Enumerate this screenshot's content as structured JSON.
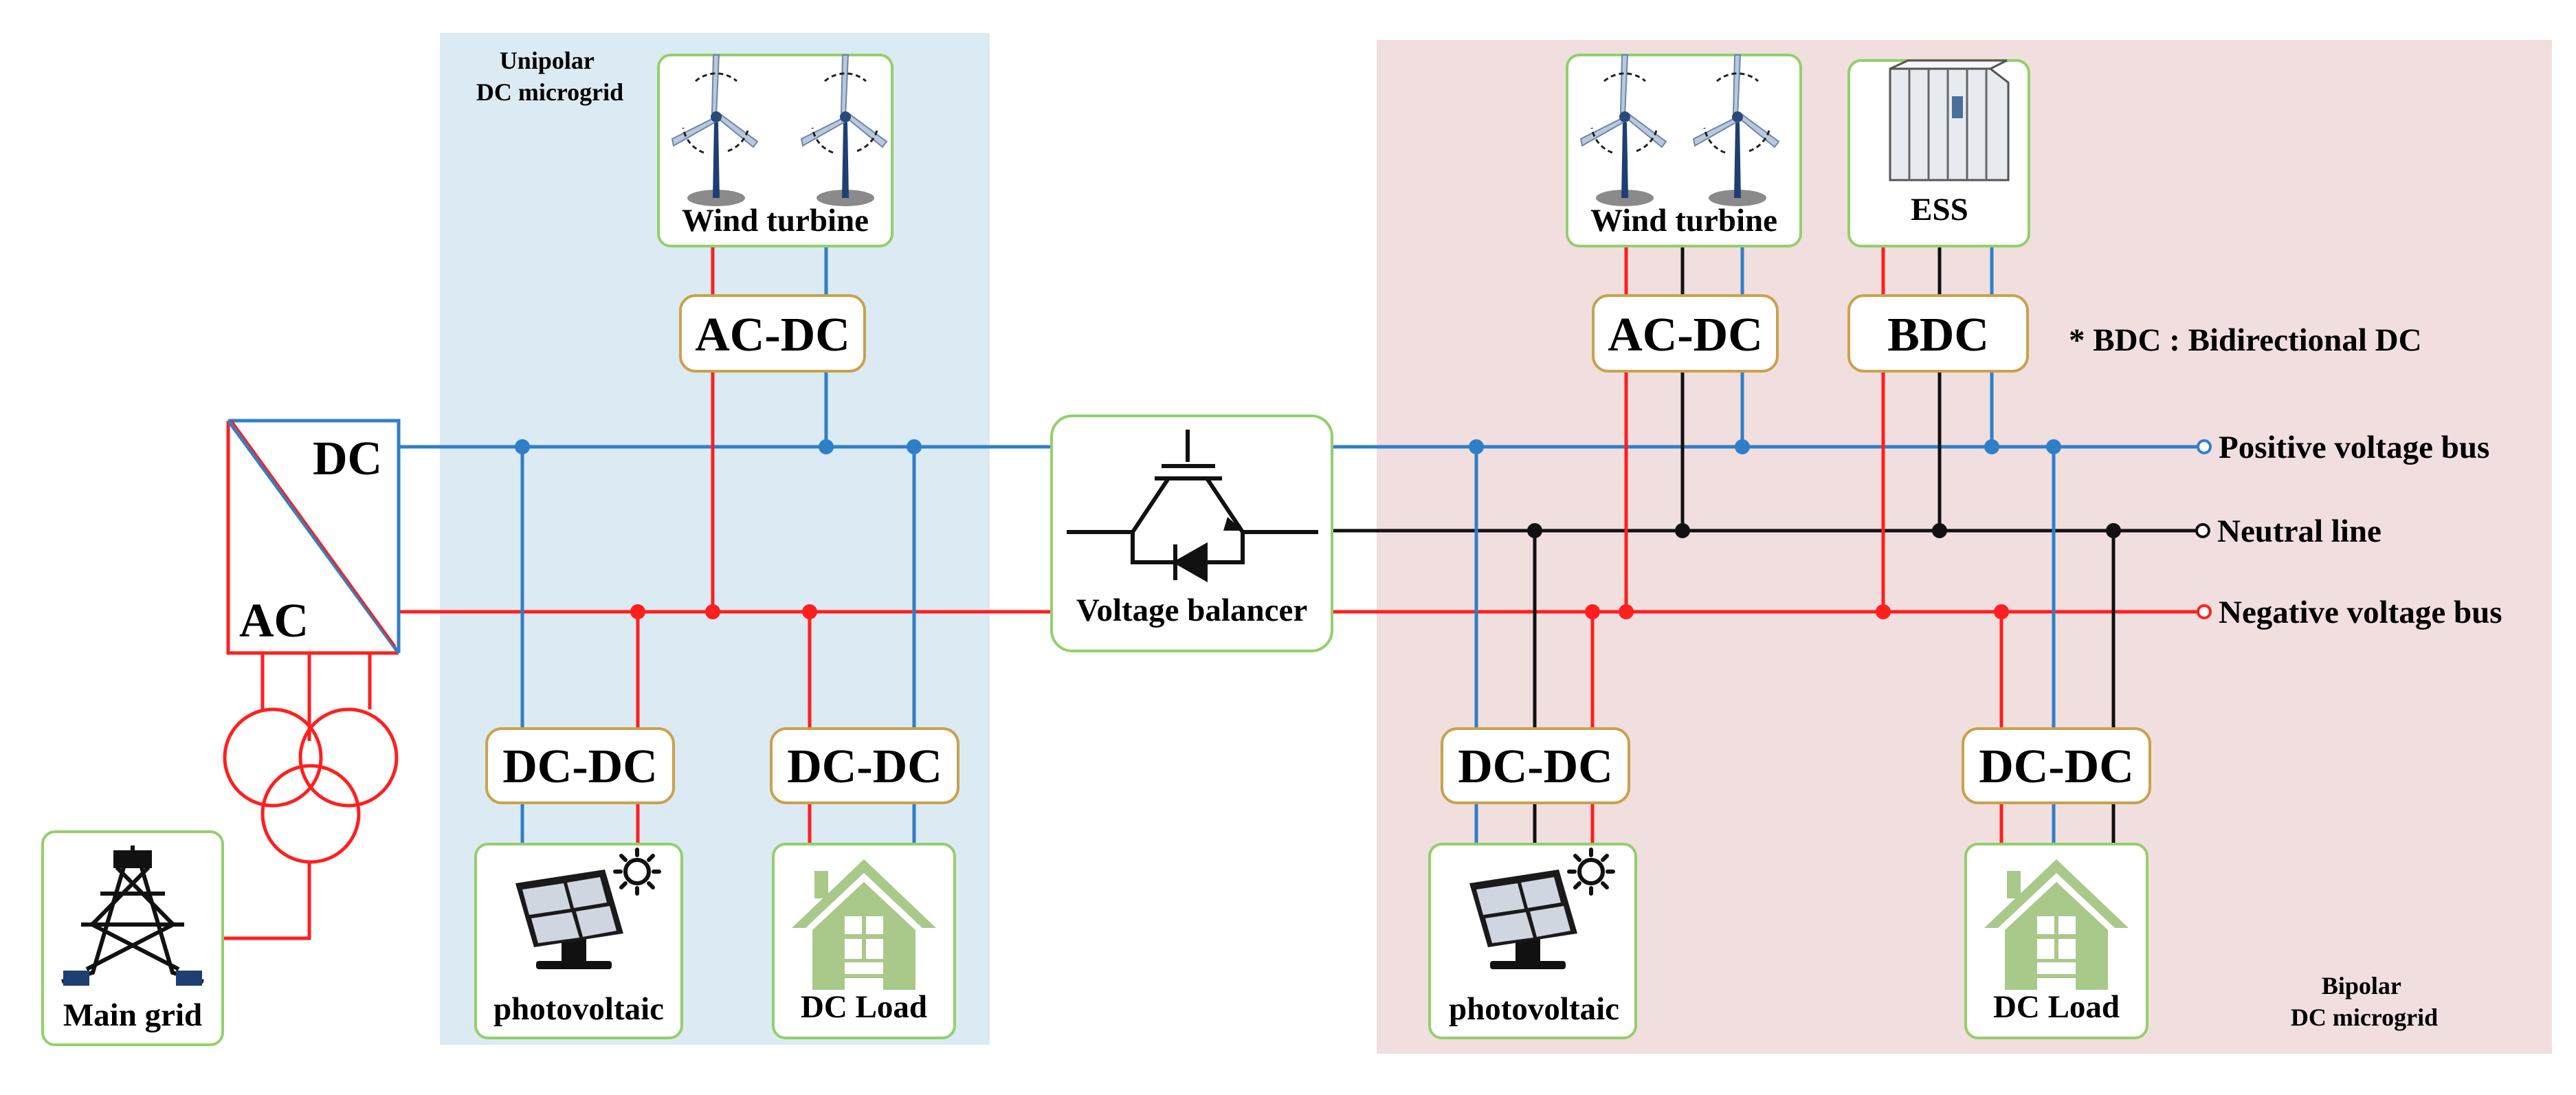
{
  "regions": {
    "unipolar": "Unipolar\nDC microgrid",
    "bipolar": "Bipolar\nDC microgrid"
  },
  "note": "* BDC : Bidirectional DC",
  "buses": {
    "positive": "Positive voltage bus",
    "neutral": "Neutral line",
    "negative": "Negative voltage bus"
  },
  "converters": {
    "main": {
      "dc": "DC",
      "ac": "AC"
    },
    "acdc": "AC-DC",
    "dcdc": "DC-DC",
    "bdc": "BDC"
  },
  "sources": {
    "wind": "Wind turbine",
    "ess": "ESS",
    "pv": "photovoltaic",
    "load": "DC Load",
    "grid": "Main grid",
    "balancer": "Voltage balancer"
  },
  "colors": {
    "positive": "#2f7fc8",
    "negative": "#ff1f1f",
    "neutral": "#111111",
    "unipolar_bg": "#dbeaf3",
    "bipolar_bg": "#f1dede",
    "device_border": "#93cf6b",
    "converter_border": "#c9a24c",
    "house": "#a9c98a"
  }
}
